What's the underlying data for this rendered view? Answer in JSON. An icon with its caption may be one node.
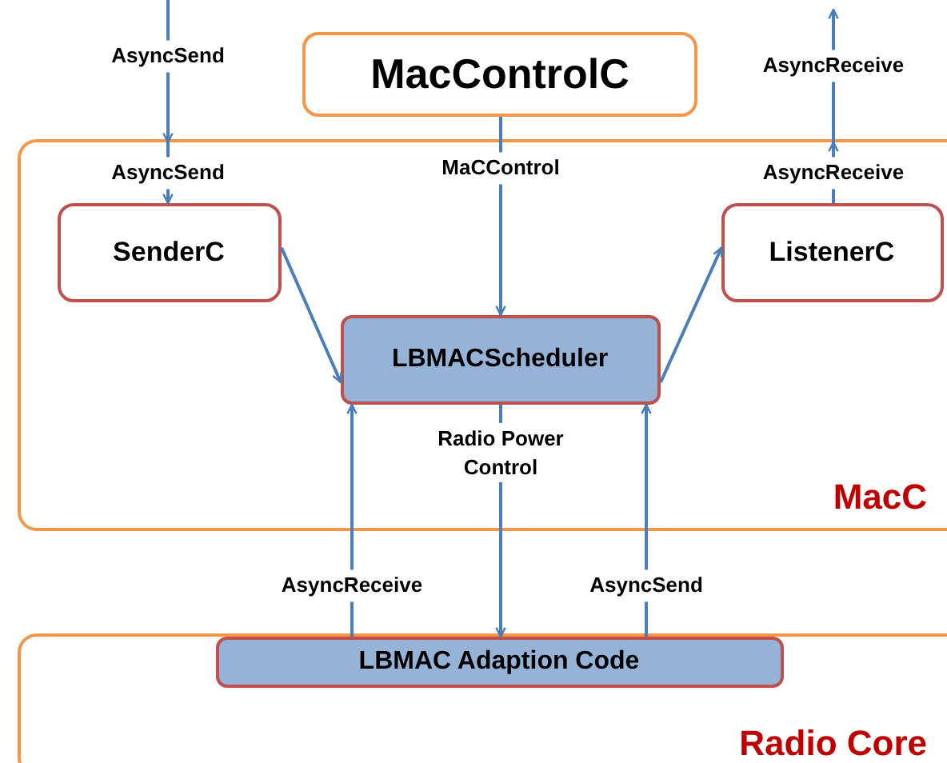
{
  "diagram": {
    "nodes": [
      {
        "text": [
          "MacControlC"
        ]
      },
      {
        "text": [
          "MacC"
        ]
      },
      {
        "text": [
          "SenderC"
        ],
        "in": 1
      },
      {
        "text": [
          "LBMACScheduler"
        ],
        "in": 1
      },
      {
        "text": [
          "ListenerC"
        ],
        "in": 1
      },
      {
        "text": [
          "Radio Core"
        ]
      },
      {
        "text": [
          "LBMAC Adaption Code"
        ],
        "in": 5
      }
    ],
    "edges": [
      {
        "from": null,
        "to": 1,
        "arrow": "to",
        "label": "AsyncSend"
      },
      {
        "from": 1,
        "to": 2,
        "arrow": "to",
        "label": "AsyncSend"
      },
      {
        "from": 0,
        "to": 3,
        "arrow": "to",
        "label": "MaCControl"
      },
      {
        "from": 4,
        "to": 1,
        "arrow": "to",
        "label": "AsyncReceive"
      },
      {
        "from": 1,
        "to": null,
        "arrow": "to",
        "label": "AsyncReceive"
      },
      {
        "from": 2,
        "to": 3,
        "arrow": "to"
      },
      {
        "from": 3,
        "to": 4,
        "arrow": "to"
      },
      {
        "from": 6,
        "to": 3,
        "arrow": "to",
        "label": "AsyncReceive"
      },
      {
        "from": 3,
        "to": 6,
        "arrow": "to",
        "label": "Radio Power Control"
      },
      {
        "from": 6,
        "to": 3,
        "arrow": "to",
        "label": "AsyncSend"
      }
    ]
  }
}
